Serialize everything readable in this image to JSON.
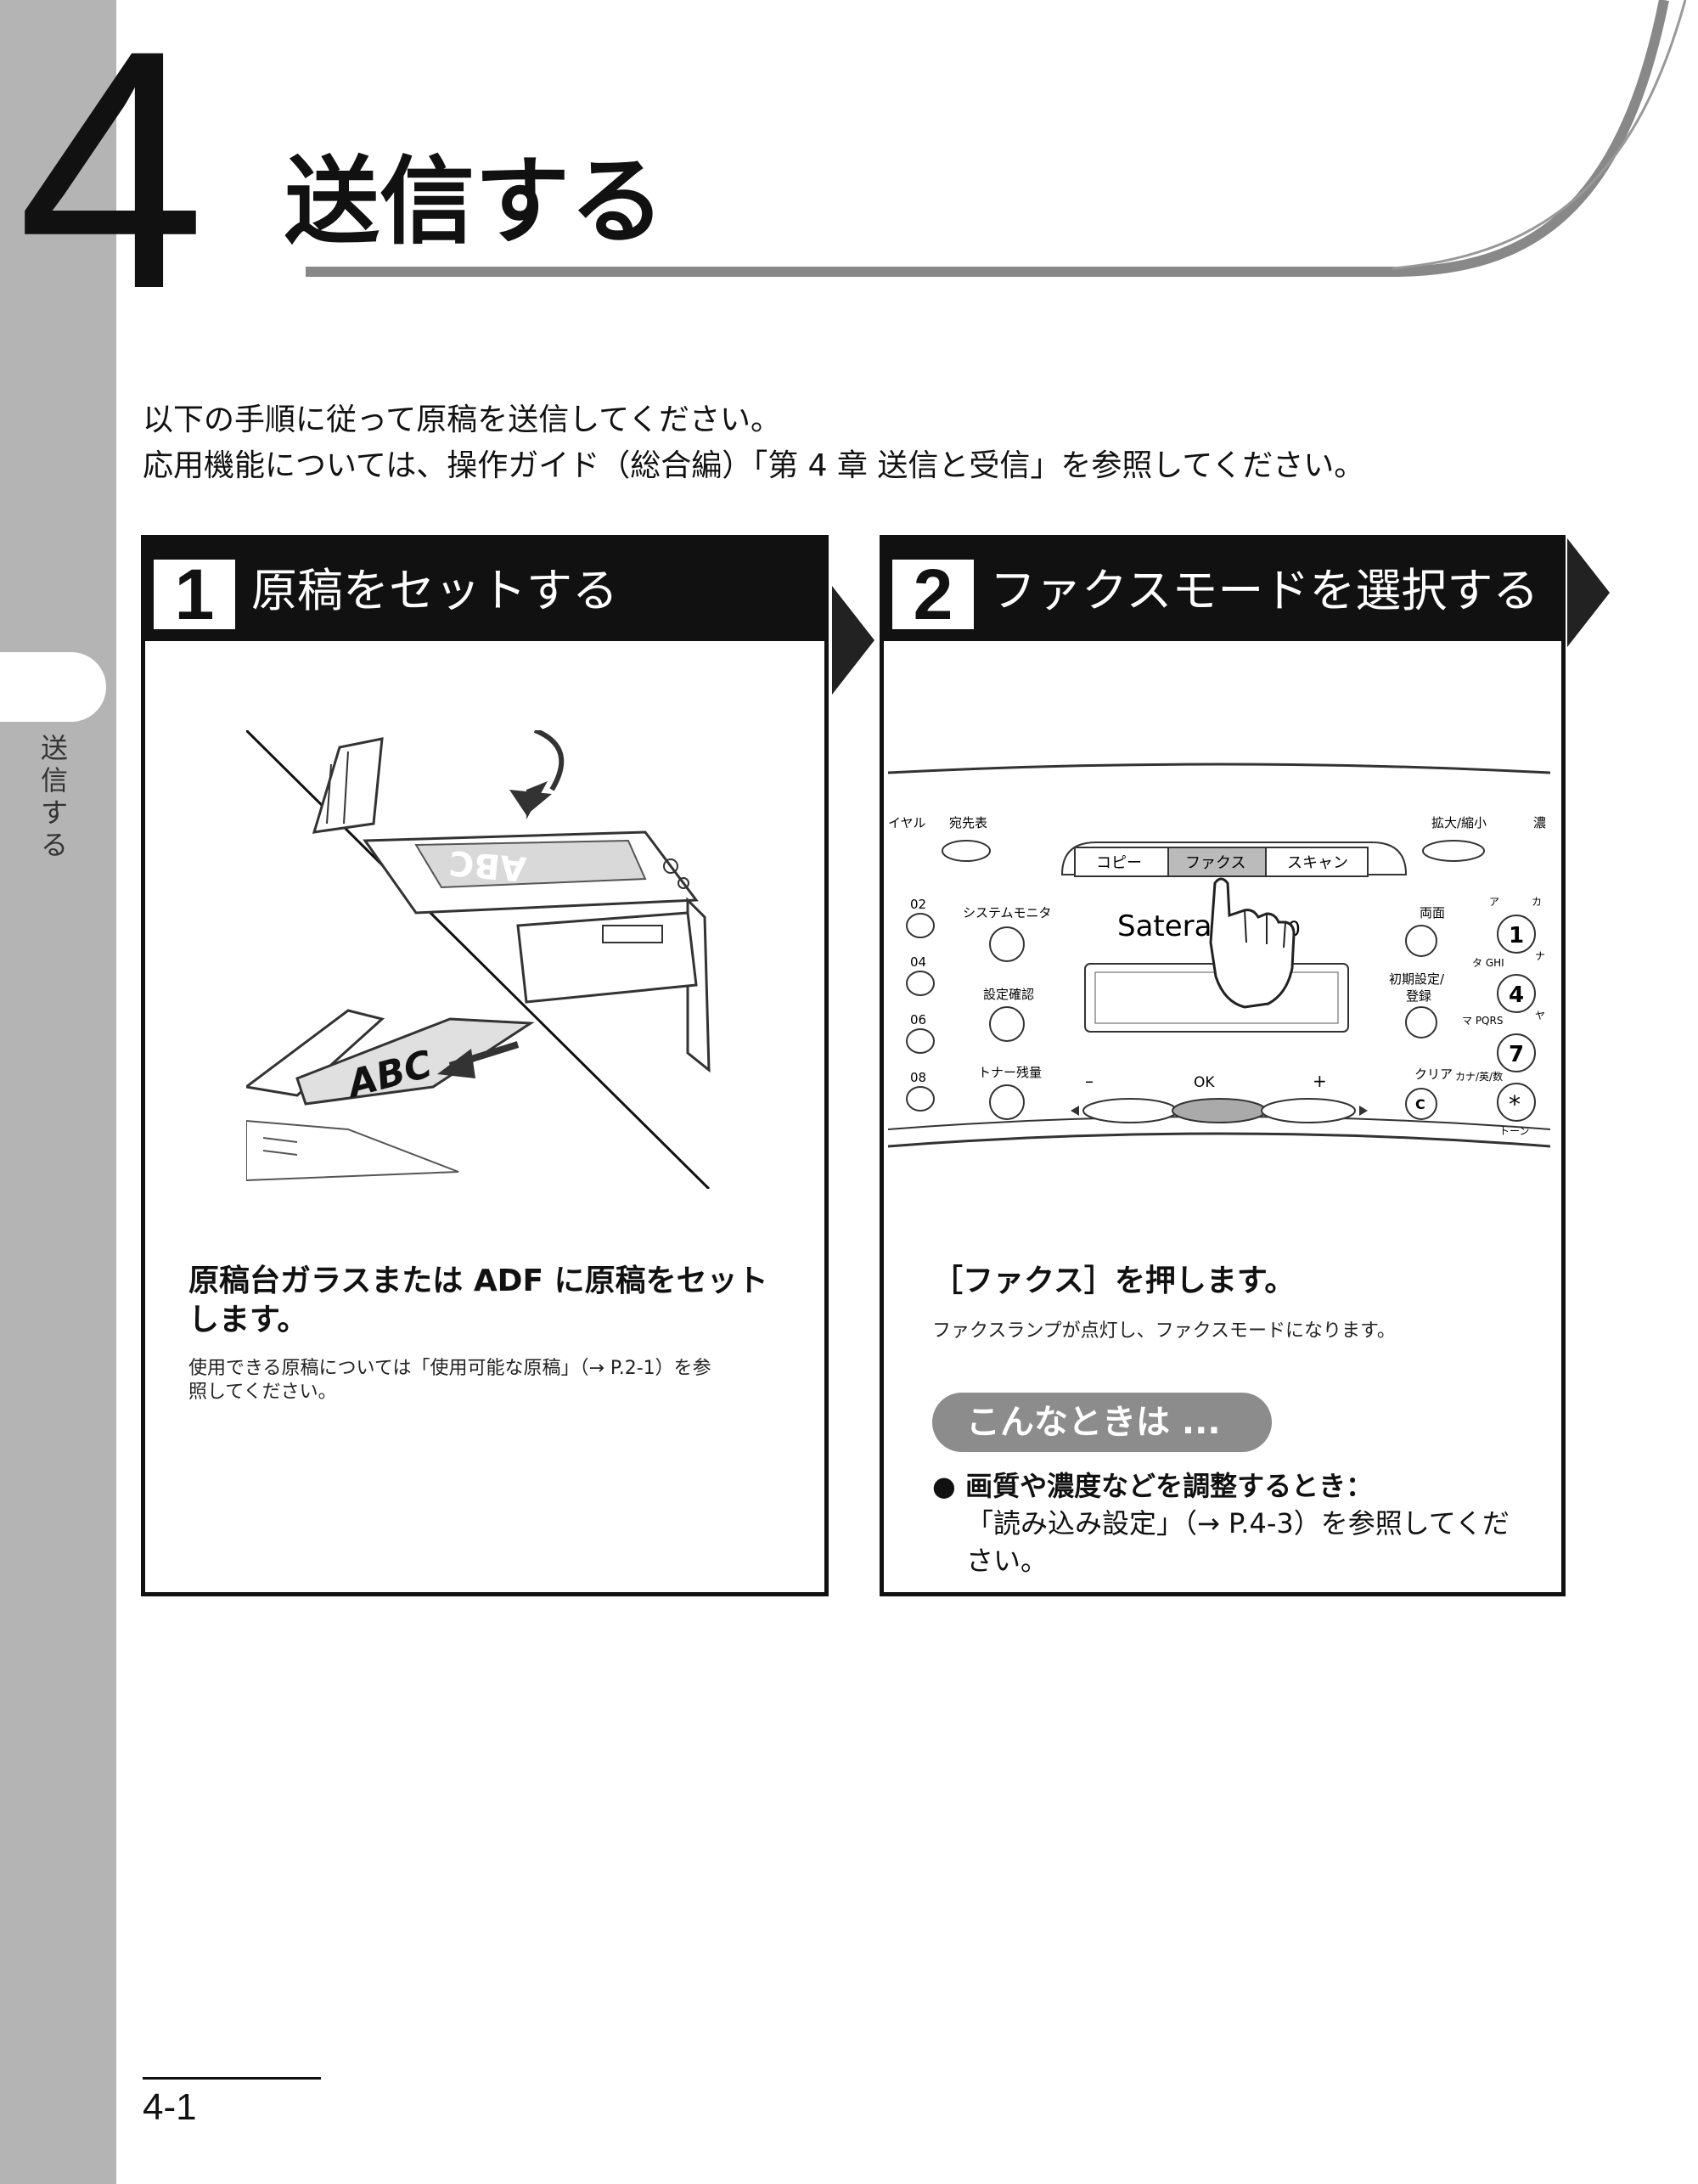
{
  "chapter": {
    "number": "4",
    "title": "送信する"
  },
  "side_tab": {
    "label": [
      "送",
      "信",
      "す",
      "る"
    ]
  },
  "intro": [
    "以下の手順に従って原稿を送信してください。",
    "応用機能については、操作ガイド（総合編）「第 4 章 送信と受信」を参照してください。"
  ],
  "steps": [
    {
      "number": "1",
      "title": "原稿をセットする",
      "heading": [
        "原稿台ガラスまたは ADF に原稿をセット",
        "します。"
      ],
      "note": [
        "使用できる原稿については「使用可能な原稿」（→ P.2-1）を参",
        "照してください。"
      ],
      "illustration_text": "ABC"
    },
    {
      "number": "2",
      "title": "ファクスモードを選択する",
      "heading": [
        "［ファクス］を押します。"
      ],
      "note": [
        "ファクスランプが点灯し、ファクスモードになります。"
      ],
      "tip_label": "こんなときは ...",
      "tip_heading": "画質や濃度などを調整するとき：",
      "tip_body": [
        "「読み込み設定」（→ P.4-3）を参照してくだ",
        "さい。"
      ],
      "panel": {
        "dial_label": "イヤル",
        "addressbook": "宛先表",
        "zoom": "拡大/縮小",
        "density": "濃",
        "mode_buttons": [
          "コピー",
          "ファクス",
          "スキャン"
        ],
        "left_numbers": [
          "02",
          "04",
          "06",
          "08"
        ],
        "left_buttons": [
          "システムモニタ",
          "設定確認",
          "トナー残量"
        ],
        "brand": "Satera",
        "model_suffix": "270",
        "right_buttons": [
          "両面",
          "初期設定/",
          "登録",
          "クリア"
        ],
        "nav": [
          "–",
          "OK",
          "+"
        ],
        "keypad": [
          "1",
          "4",
          "7",
          "*"
        ],
        "key_captions": [
          "ア",
          "カ",
          "タ GHI",
          "ナ",
          "マ PQRS",
          "ヤ",
          "カナ/英/数",
          "トーン"
        ],
        "clear_key": "C"
      }
    }
  ],
  "page_number": "4-1"
}
